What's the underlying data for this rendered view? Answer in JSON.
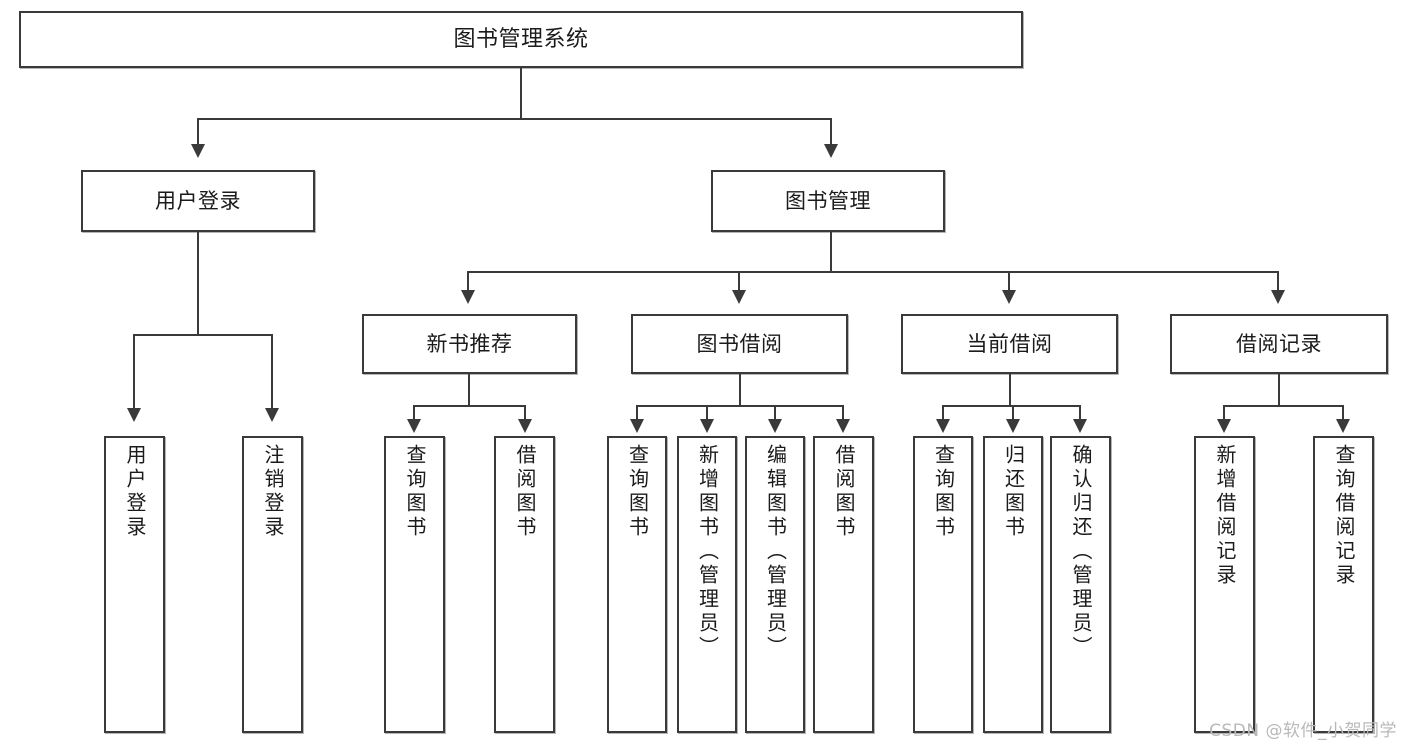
{
  "diagram": {
    "title": "图书管理系统",
    "type": "hierarchy-tree",
    "watermark": "CSDN @软件_小贺同学",
    "colors": {
      "stroke": "#3a3a3a",
      "fill": "#ffffff",
      "text": "#1b1b1b",
      "watermark": "#b9b9b9"
    },
    "root": {
      "label": "图书管理系统"
    },
    "level2": [
      {
        "label": "用户登录"
      },
      {
        "label": "图书管理"
      }
    ],
    "level3": [
      {
        "label": "新书推荐"
      },
      {
        "label": "图书借阅"
      },
      {
        "label": "当前借阅"
      },
      {
        "label": "借阅记录"
      }
    ],
    "leaves": {
      "user_login": [
        {
          "label": "用户登录"
        },
        {
          "label": "注销登录"
        }
      ],
      "new_book_recommend": [
        {
          "label": "查询图书"
        },
        {
          "label": "借阅图书"
        }
      ],
      "book_borrow": [
        {
          "label": "查询图书"
        },
        {
          "label": "新增图书（管理员）"
        },
        {
          "label": "编辑图书（管理员）"
        },
        {
          "label": "借阅图书"
        }
      ],
      "current_borrow": [
        {
          "label": "查询图书"
        },
        {
          "label": "归还图书"
        },
        {
          "label": "确认归还（管理员）"
        }
      ],
      "borrow_records": [
        {
          "label": "新增借阅记录"
        },
        {
          "label": "查询借阅记录"
        }
      ]
    }
  }
}
